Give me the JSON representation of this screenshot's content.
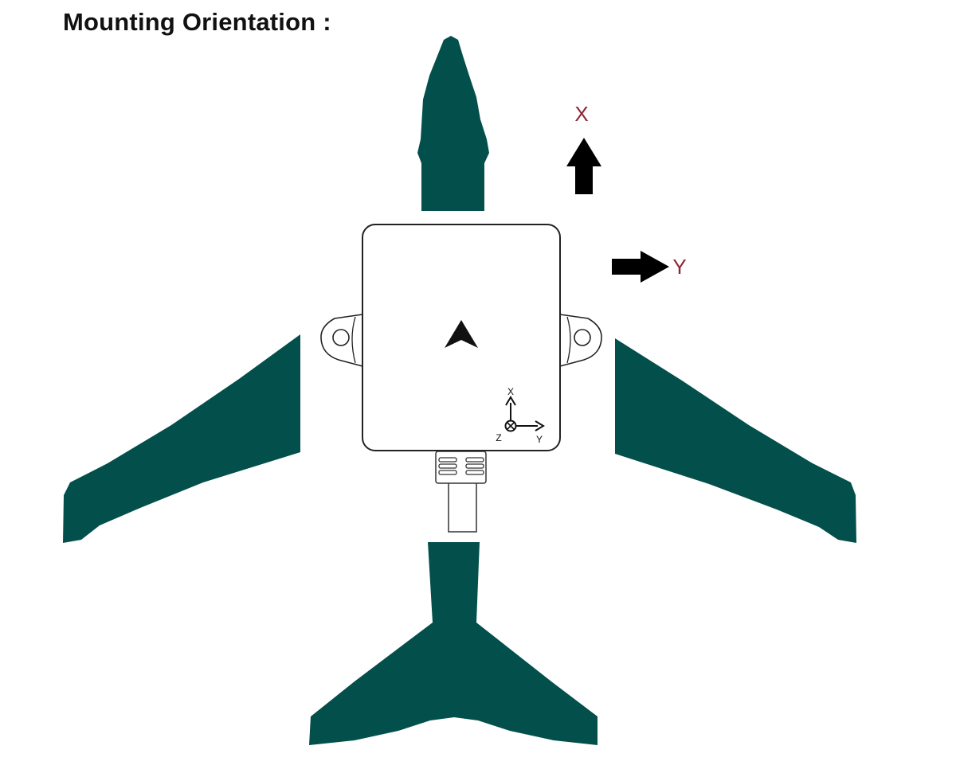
{
  "title": "Mounting Orientation :",
  "axes": {
    "x_label": "X",
    "y_label": "Y"
  },
  "module_axes": {
    "x_label": "X",
    "y_label": "Y",
    "z_label": "Z"
  },
  "colors": {
    "airplane": "#034f4b",
    "axis_label": "#8b2635",
    "arrow": "#000000",
    "module_outline": "#222222",
    "module_fill": "#ffffff"
  }
}
